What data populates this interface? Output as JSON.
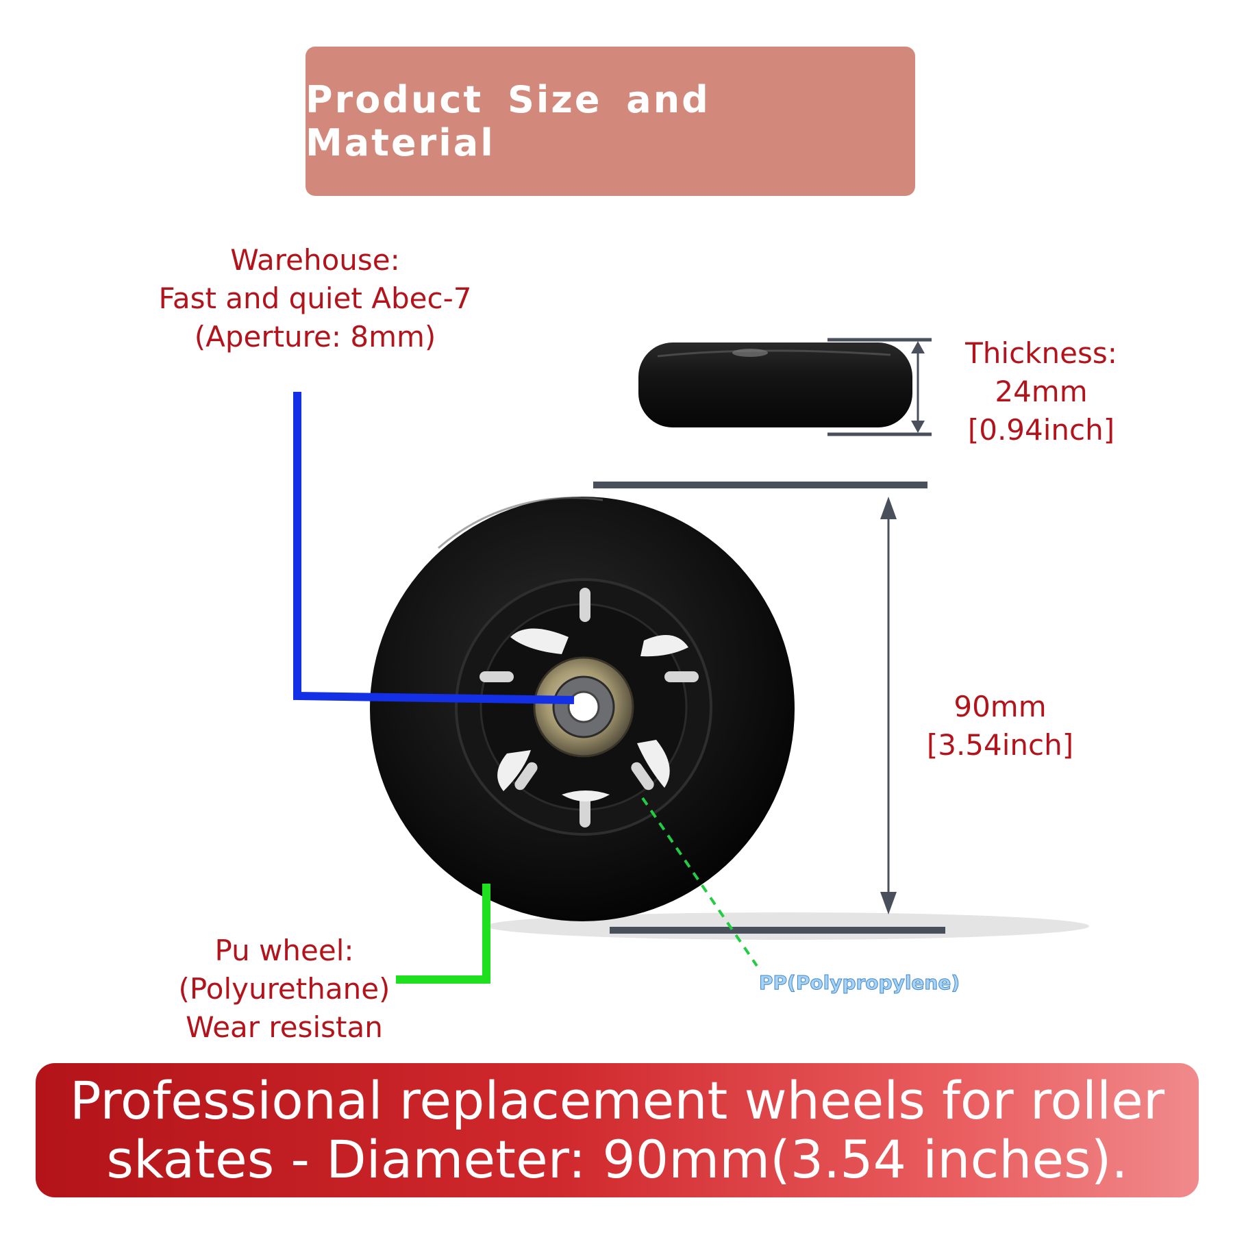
{
  "banner": {
    "title": "Product Size and Material"
  },
  "callouts": {
    "warehouse": {
      "lines": [
        "Warehouse:",
        "Fast and quiet Abec-7",
        "(Aperture: 8mm)"
      ]
    },
    "thickness": {
      "lines": [
        "Thickness:",
        "24mm",
        "[0.94inch]"
      ]
    },
    "diameter": {
      "lines": [
        "90mm",
        "[3.54inch]"
      ]
    },
    "pu_wheel": {
      "lines": [
        "Pu wheel:",
        "(Polyurethane)",
        "Wear resistan"
      ]
    },
    "pp": {
      "text": "PP(Polypropylene)"
    }
  },
  "footer": {
    "lines": [
      "Professional replacement wheels for roller",
      "skates - Diameter: 90mm(3.54 inches)."
    ]
  },
  "colors": {
    "title_banner": "#d2887a",
    "label_red": "#b3141b",
    "bearing_line": "#1330e6",
    "pu_line": "#1fe01f",
    "pp_line": "#22cc44",
    "dimension": "#4a4f5c",
    "footer_start": "#b31419",
    "footer_end": "#f08a8c"
  }
}
